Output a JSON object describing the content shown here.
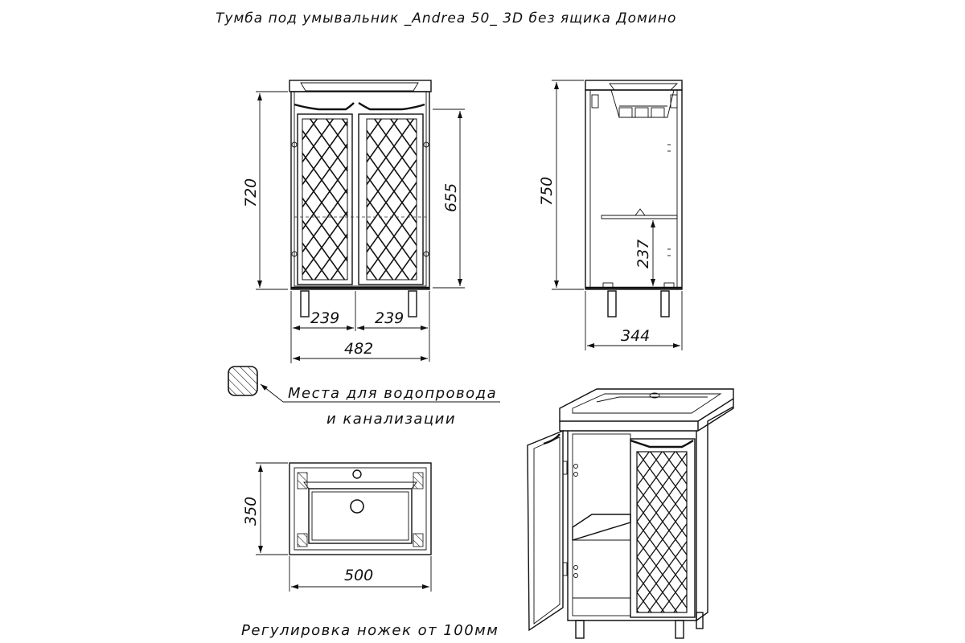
{
  "title": "Тумба под умывальник _Andrea 50_ 3D без ящика Домино",
  "front_view": {
    "height_overall": "720",
    "height_doors": "655",
    "door_width_left": "239",
    "door_width_right": "239",
    "width_overall": "482"
  },
  "side_view": {
    "height_overall": "750",
    "shelf_height": "237",
    "depth": "344"
  },
  "top_view": {
    "depth": "350",
    "width": "500"
  },
  "legend": {
    "line1": "Места для водопровода",
    "line2": "и канализации"
  },
  "footer_note": "Регулировка ножек от 100мм"
}
